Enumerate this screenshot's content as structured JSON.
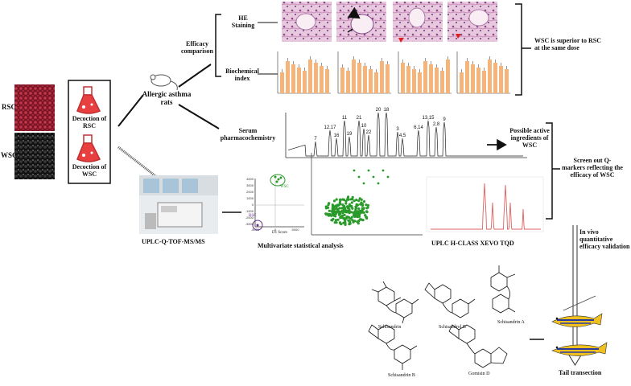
{
  "labels": {
    "rsc": "RSC",
    "wsc": "WSC",
    "decoction_rsc": "Decoction of RSC",
    "decoction_wsc": "Decoction of WSC",
    "allergic_asthma_rats": "Allergic asthma rats",
    "efficacy_comparison": "Efficacy comparison",
    "he_staining": "HE Staining",
    "biochemical_index": "Biochemical index",
    "serum_pharmacochemistry": "Serum pharmacochemistry",
    "wsc_superior": "WSC is superior to RSC at the same dose",
    "possible_active": "Possible active ingredients of WSC",
    "screen_out": "Screen out Q- markers reflecting the efficacy of WSC",
    "uplc_qtof": "UPLC-Q-TOF-MS/MS",
    "multivariate": "Multivariate statistical analysis",
    "uplc_hclass": "UPLC H-CLASS XEVO TQD",
    "in_vivo": "In vivo quantitative efficacy validation",
    "tail_transection": "Tail transection",
    "d1_score": "D1 Score",
    "plot_wsc": "WSC",
    "plot_rsc": "RSC"
  },
  "compounds": [
    "Schisandrin",
    "Schisandrol B",
    "Schisandrin A",
    "Schisandrin B",
    "Gomisin D"
  ],
  "chromatogram_peaks": [
    "12,17",
    "16",
    "11",
    "19",
    "21",
    "10",
    "22",
    "20",
    "18",
    "3",
    "4,5",
    "6,14",
    "13,15",
    "2,8",
    "9",
    "7"
  ],
  "score_ticks_y": [
    "4000",
    "3000",
    "2000",
    "1000",
    "0",
    "-1000",
    "-2000",
    "-3000"
  ],
  "score_ticks_x": [
    "-5000",
    "0",
    "5000"
  ],
  "colors": {
    "rsc_herb": "#a8283a",
    "wsc_herb": "#2a2a2a",
    "bar": "#f4b47a",
    "he_tissue": "#c98bb8",
    "scatter_green": "#2a9a2a",
    "rsc_circle": "#6a2a8a",
    "tqd_trace": "#e06060",
    "fish_yellow": "#f0c020",
    "fish_blue": "#2a3a9a"
  }
}
